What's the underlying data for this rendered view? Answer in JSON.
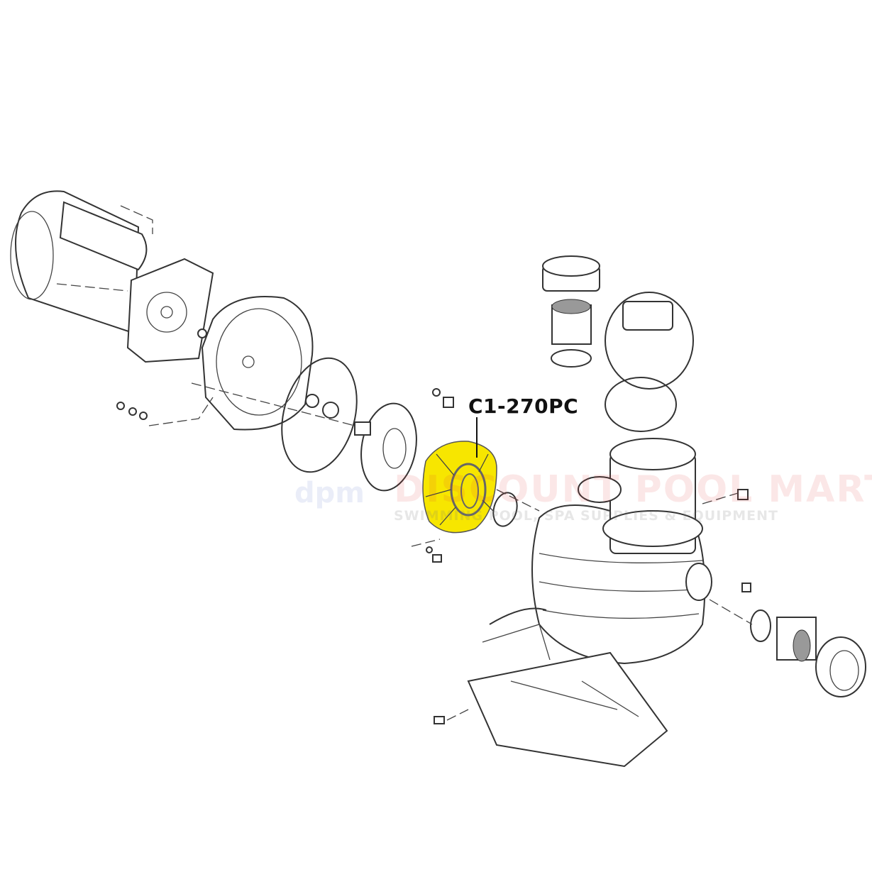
{
  "diagram": {
    "part_label": "C1-270PC",
    "highlight_color": "#f7e600",
    "watermark": {
      "logo": "dpm",
      "name": "DISCOUNT POOL MART",
      "tagline": "SWIMMING POOL, SPA SUPPLIES & EQUIPMENT"
    }
  }
}
